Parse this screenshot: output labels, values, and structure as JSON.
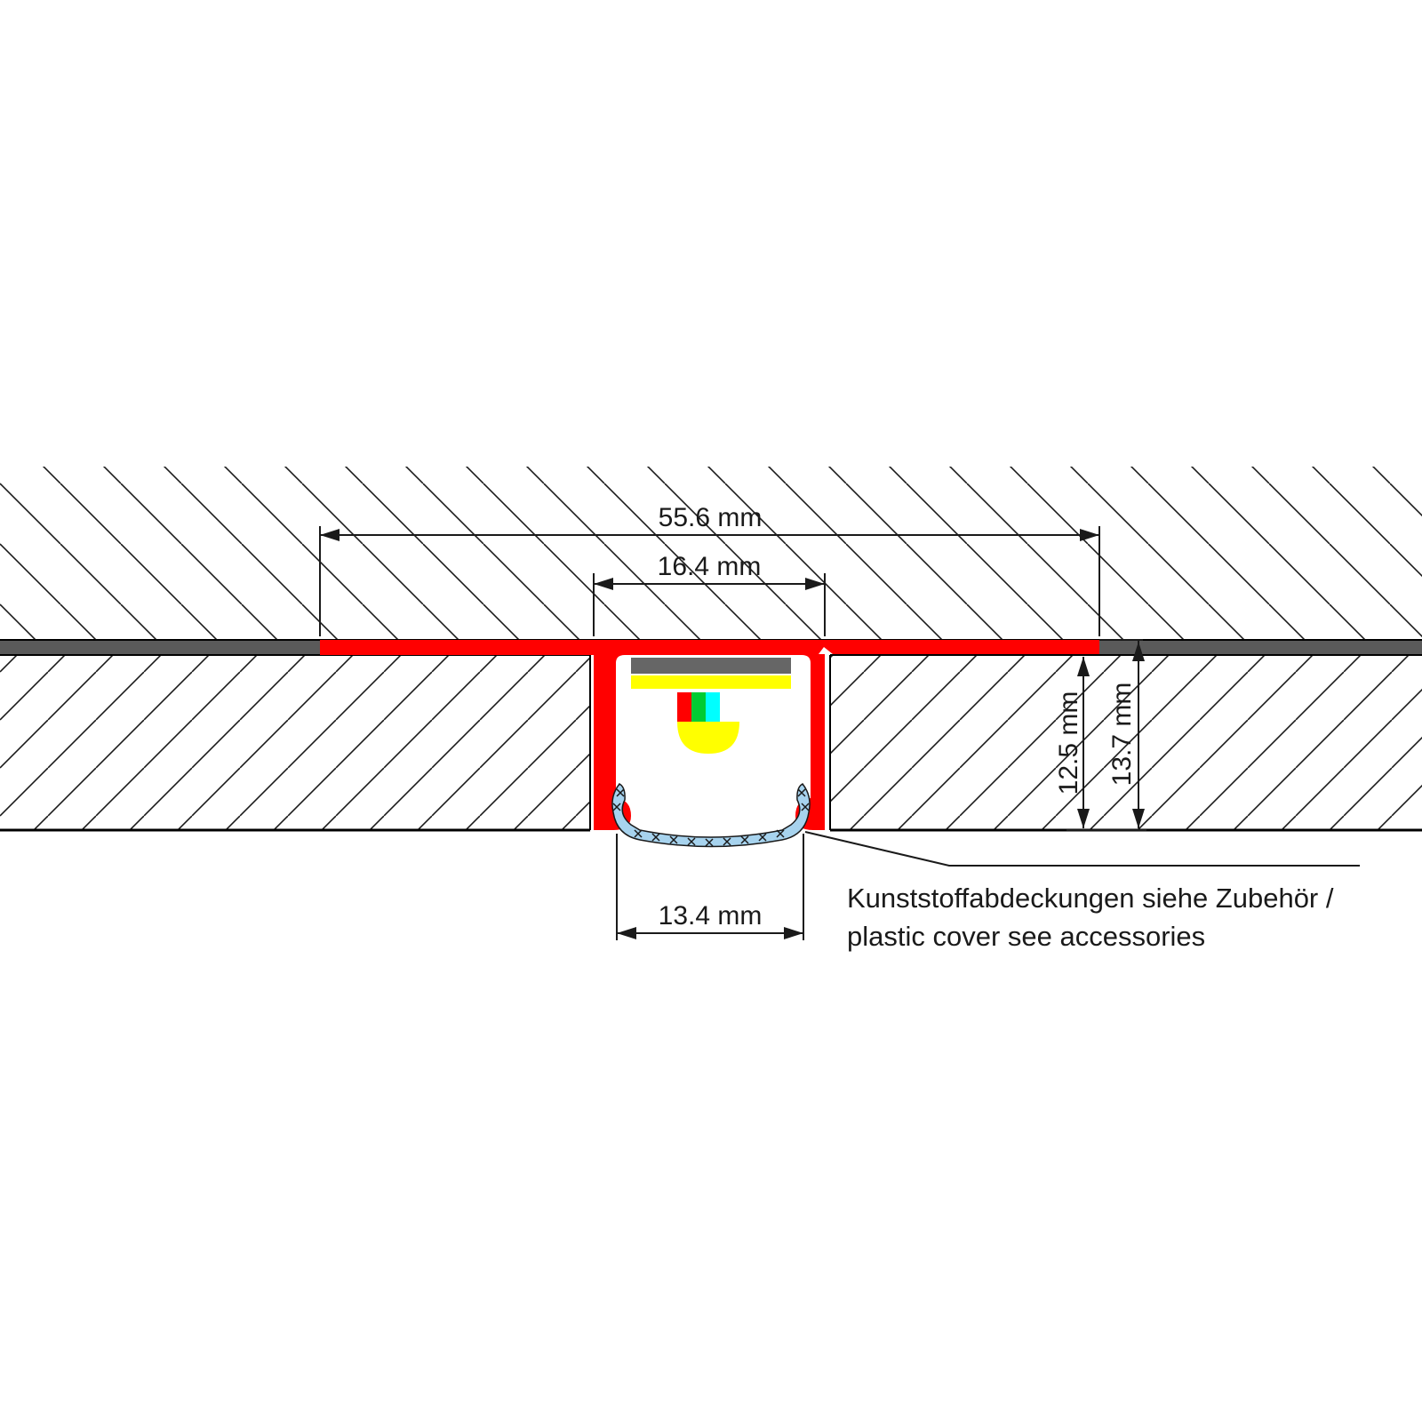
{
  "colors": {
    "profile": "#ff0000",
    "plaster": "#5a5a5a",
    "led_board": "#666666",
    "led_strip": "#ffff00",
    "led_red": "#ff0000",
    "led_green": "#00cc33",
    "led_cyan": "#00ffff",
    "cover": "#a7d3ee",
    "hatch": "#1a1a1a"
  },
  "dimensions": {
    "overall_width": "55.6 mm",
    "opening_width": "16.4 mm",
    "cover_width": "13.4 mm",
    "inner_depth": "12.5 mm",
    "total_depth": "13.7 mm"
  },
  "note": {
    "line1": "Kunststoffabdeckungen siehe Zubehör /",
    "line2": "plastic cover see accessories"
  }
}
